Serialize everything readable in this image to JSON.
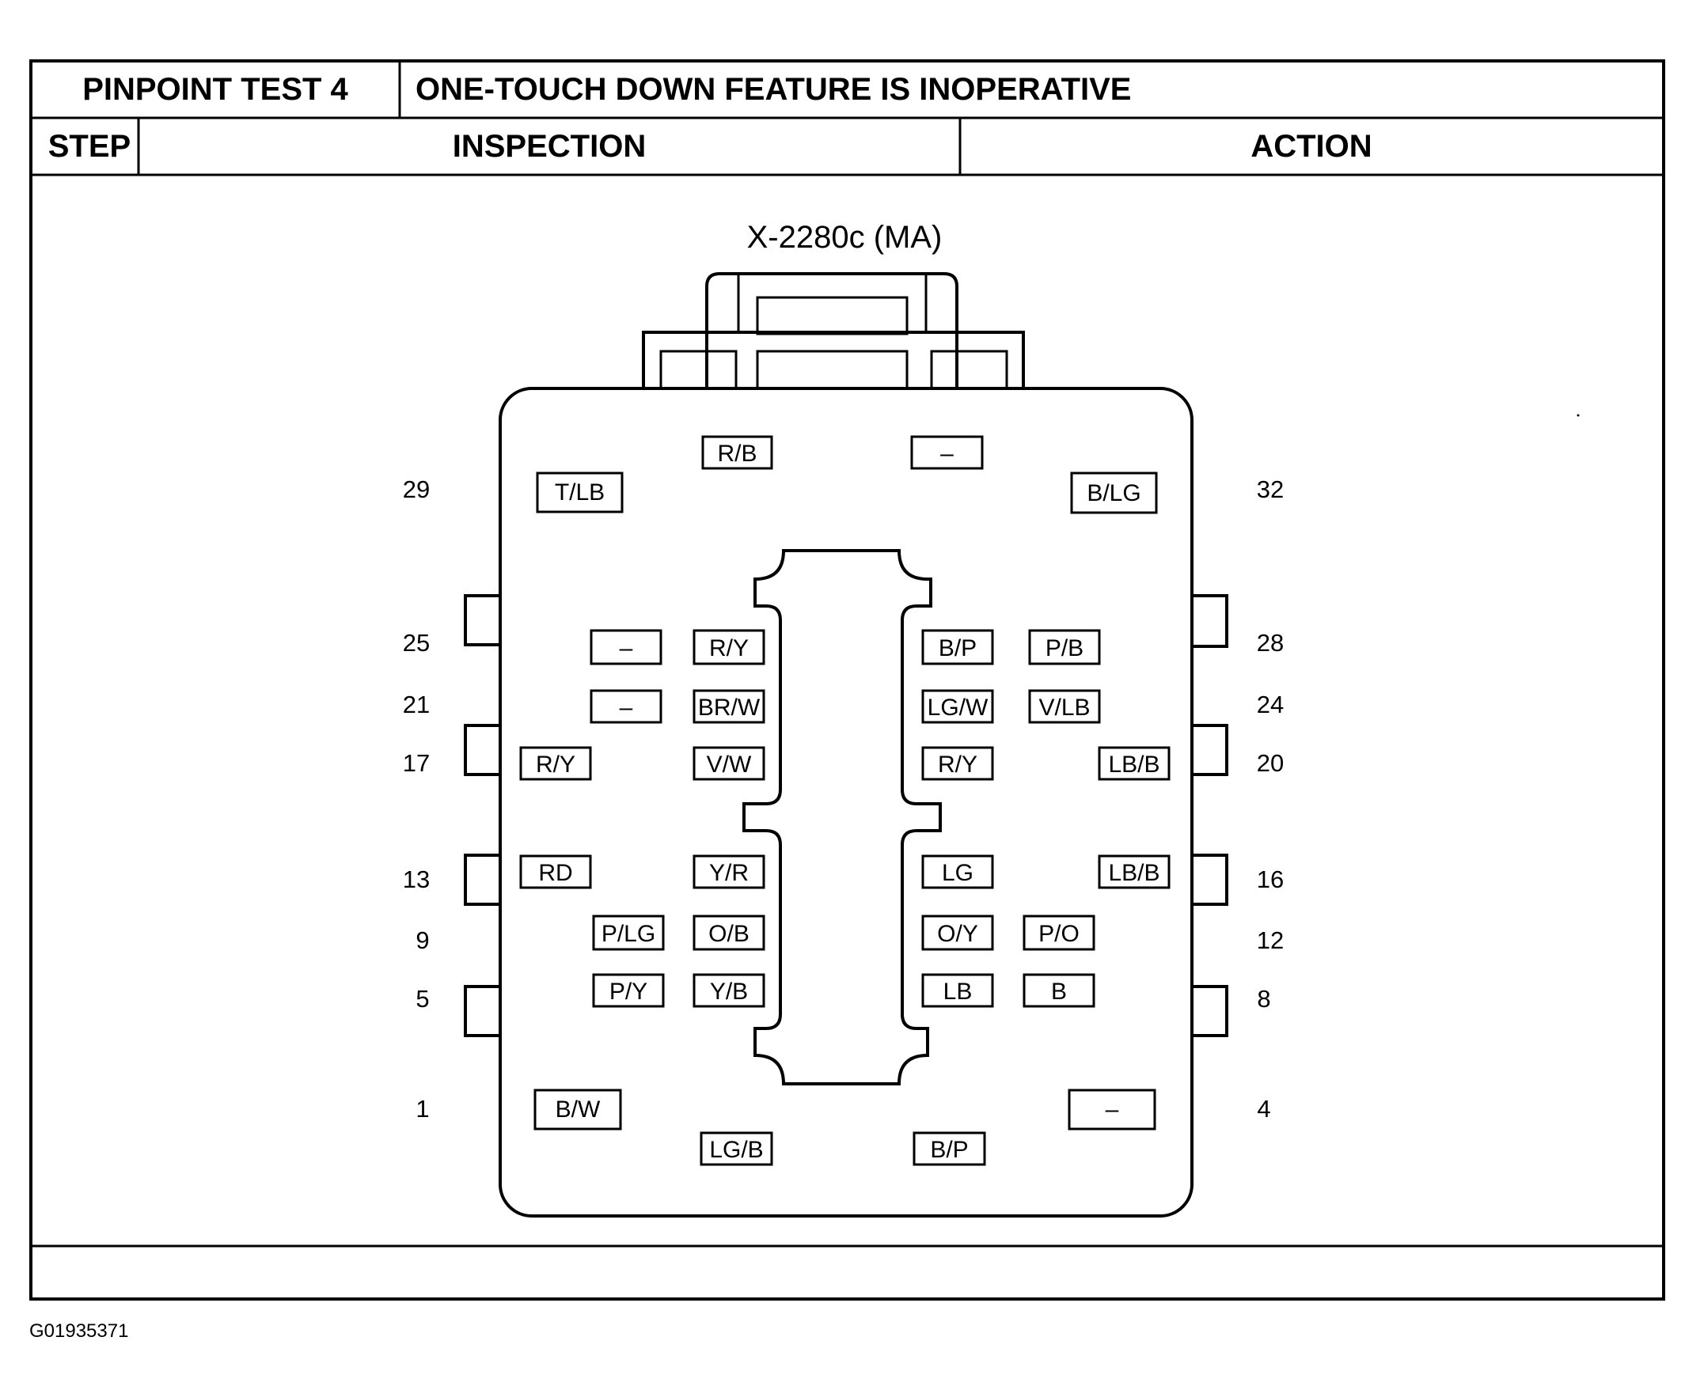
{
  "header": {
    "test_label": "PINPOINT TEST 4",
    "test_title": "ONE-TOUCH DOWN FEATURE IS INOPERATIVE",
    "col_step": "STEP",
    "col_inspection": "INSPECTION",
    "col_action": "ACTION"
  },
  "connector": {
    "name": "X-2280c (MA)",
    "row_numbers": {
      "left": [
        "29",
        "25",
        "21",
        "17",
        "13",
        "9",
        "5",
        "1"
      ],
      "right": [
        "32",
        "28",
        "24",
        "20",
        "16",
        "12",
        "8",
        "4"
      ]
    },
    "pins": {
      "r0": [
        "R/B",
        "–"
      ],
      "r1": [
        "T/LB",
        "B/LG"
      ],
      "r2": [
        "–",
        "R/Y",
        "B/P",
        "P/B"
      ],
      "r3": [
        "–",
        "BR/W",
        "LG/W",
        "V/LB"
      ],
      "r4": [
        "R/Y",
        "V/W",
        "R/Y",
        "LB/B"
      ],
      "r5": [
        "RD",
        "Y/R",
        "LG",
        "LB/B"
      ],
      "r6": [
        "P/LG",
        "O/B",
        "O/Y",
        "P/O"
      ],
      "r7": [
        "P/Y",
        "Y/B",
        "LB",
        "B"
      ],
      "r8": [
        "B/W",
        "–"
      ],
      "r9": [
        "LG/B",
        "B/P"
      ]
    }
  },
  "figure_id": "G01935371"
}
